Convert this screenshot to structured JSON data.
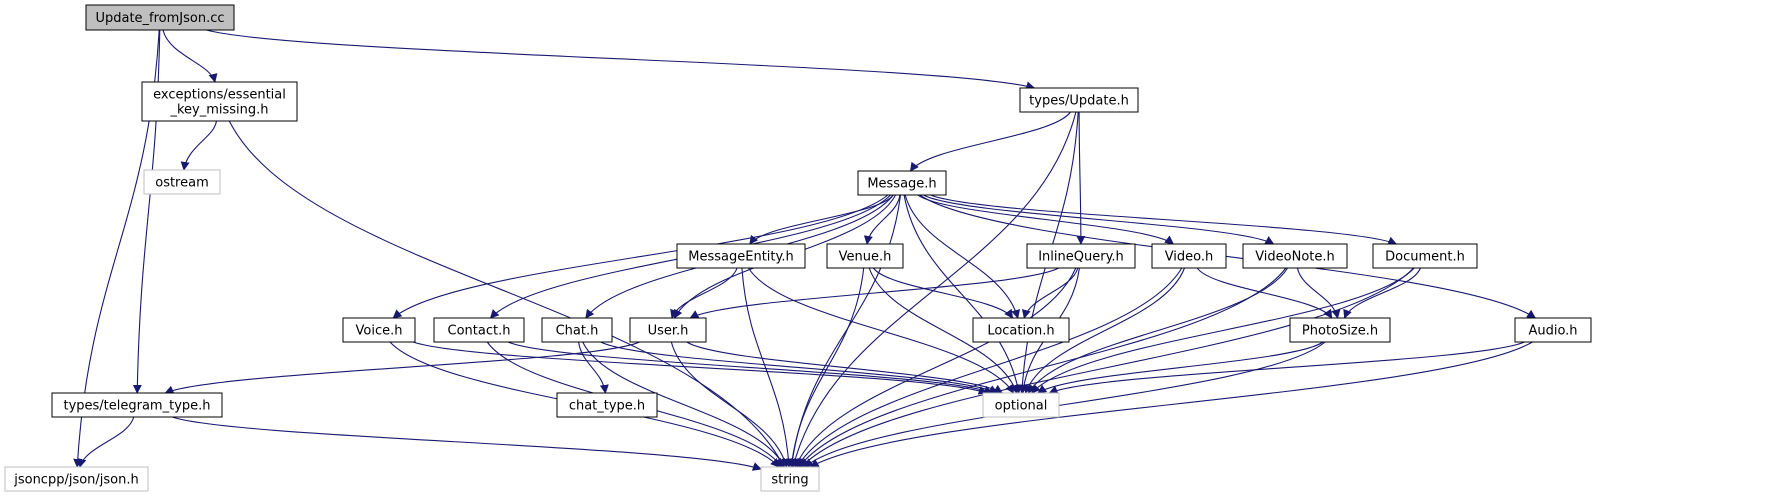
{
  "colors": {
    "edge": "#191970",
    "root_fill": "#bfbfbf",
    "node_border": "#000000",
    "external_border": "#bfbfbf",
    "background": "#ffffff"
  },
  "nodes": [
    {
      "id": "root",
      "label": "Update_fromJson.cc",
      "kind": "root"
    },
    {
      "id": "essential",
      "label": "exceptions/essential\n_key_missing.h",
      "kind": "internal"
    },
    {
      "id": "ostream",
      "label": "ostream",
      "kind": "external"
    },
    {
      "id": "update",
      "label": "types/Update.h",
      "kind": "internal"
    },
    {
      "id": "message",
      "label": "Message.h",
      "kind": "internal"
    },
    {
      "id": "msgentity",
      "label": "MessageEntity.h",
      "kind": "internal"
    },
    {
      "id": "venue",
      "label": "Venue.h",
      "kind": "internal"
    },
    {
      "id": "inlinequery",
      "label": "InlineQuery.h",
      "kind": "internal"
    },
    {
      "id": "video",
      "label": "Video.h",
      "kind": "internal"
    },
    {
      "id": "videonote",
      "label": "VideoNote.h",
      "kind": "internal"
    },
    {
      "id": "document",
      "label": "Document.h",
      "kind": "internal"
    },
    {
      "id": "voice",
      "label": "Voice.h",
      "kind": "internal"
    },
    {
      "id": "contact",
      "label": "Contact.h",
      "kind": "internal"
    },
    {
      "id": "chat",
      "label": "Chat.h",
      "kind": "internal"
    },
    {
      "id": "user",
      "label": "User.h",
      "kind": "internal"
    },
    {
      "id": "location",
      "label": "Location.h",
      "kind": "internal"
    },
    {
      "id": "photosize",
      "label": "PhotoSize.h",
      "kind": "internal"
    },
    {
      "id": "audio",
      "label": "Audio.h",
      "kind": "internal"
    },
    {
      "id": "telegram",
      "label": "types/telegram_type.h",
      "kind": "internal"
    },
    {
      "id": "chattype",
      "label": "chat_type.h",
      "kind": "internal"
    },
    {
      "id": "optional",
      "label": "optional",
      "kind": "external"
    },
    {
      "id": "jsonh",
      "label": "jsoncpp/json/json.h",
      "kind": "external"
    },
    {
      "id": "string",
      "label": "string",
      "kind": "external"
    }
  ],
  "edges": [
    [
      "root",
      "essential"
    ],
    [
      "root",
      "update"
    ],
    [
      "root",
      "telegram"
    ],
    [
      "root",
      "jsonh"
    ],
    [
      "essential",
      "ostream"
    ],
    [
      "essential",
      "string"
    ],
    [
      "update",
      "message"
    ],
    [
      "update",
      "inlinequery"
    ],
    [
      "update",
      "optional"
    ],
    [
      "update",
      "string"
    ],
    [
      "message",
      "msgentity"
    ],
    [
      "message",
      "venue"
    ],
    [
      "message",
      "video"
    ],
    [
      "message",
      "videonote"
    ],
    [
      "message",
      "document"
    ],
    [
      "message",
      "voice"
    ],
    [
      "message",
      "contact"
    ],
    [
      "message",
      "chat"
    ],
    [
      "message",
      "user"
    ],
    [
      "message",
      "location"
    ],
    [
      "message",
      "audio"
    ],
    [
      "message",
      "optional"
    ],
    [
      "message",
      "string"
    ],
    [
      "msgentity",
      "user"
    ],
    [
      "msgentity",
      "optional"
    ],
    [
      "msgentity",
      "string"
    ],
    [
      "venue",
      "location"
    ],
    [
      "venue",
      "optional"
    ],
    [
      "venue",
      "string"
    ],
    [
      "inlinequery",
      "user"
    ],
    [
      "inlinequery",
      "location"
    ],
    [
      "inlinequery",
      "optional"
    ],
    [
      "inlinequery",
      "string"
    ],
    [
      "video",
      "photosize"
    ],
    [
      "video",
      "optional"
    ],
    [
      "video",
      "string"
    ],
    [
      "videonote",
      "photosize"
    ],
    [
      "videonote",
      "optional"
    ],
    [
      "videonote",
      "string"
    ],
    [
      "document",
      "photosize"
    ],
    [
      "document",
      "optional"
    ],
    [
      "document",
      "string"
    ],
    [
      "voice",
      "optional"
    ],
    [
      "voice",
      "string"
    ],
    [
      "contact",
      "optional"
    ],
    [
      "contact",
      "string"
    ],
    [
      "chat",
      "chattype"
    ],
    [
      "chat",
      "optional"
    ],
    [
      "chat",
      "string"
    ],
    [
      "user",
      "telegram"
    ],
    [
      "user",
      "optional"
    ],
    [
      "user",
      "string"
    ],
    [
      "photosize",
      "optional"
    ],
    [
      "photosize",
      "string"
    ],
    [
      "audio",
      "optional"
    ],
    [
      "audio",
      "string"
    ],
    [
      "telegram",
      "jsonh"
    ],
    [
      "telegram",
      "string"
    ]
  ]
}
